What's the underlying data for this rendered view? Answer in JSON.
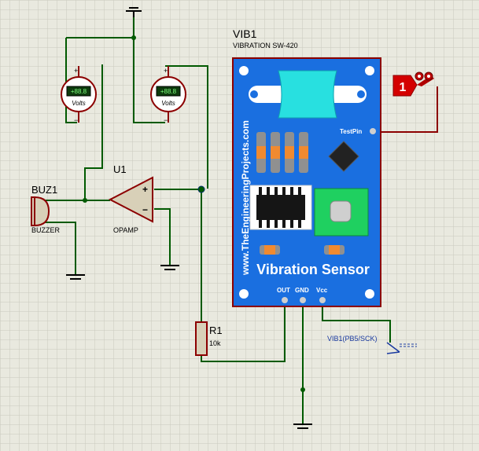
{
  "vib": {
    "ref": "VIB1",
    "model": "VIBRATION SW-420",
    "brand_text": "www.TheEngineeringProjects.com",
    "title": "Vibration Sensor",
    "testpin": "TestPin",
    "pin_out": "OUT",
    "pin_gnd": "GND",
    "pin_vcc": "Vcc"
  },
  "voltmeter1": {
    "display": "+88.8",
    "unit": "Volts",
    "plus": "+",
    "minus": "−"
  },
  "voltmeter2": {
    "display": "+88.8",
    "unit": "Volts",
    "plus": "+",
    "minus": "−"
  },
  "opamp": {
    "ref": "U1",
    "name": "OPAMP",
    "plus": "+",
    "minus": "−"
  },
  "buzzer": {
    "ref": "BUZ1",
    "name": "BUZZER"
  },
  "resistor": {
    "ref": "R1",
    "value": "10k"
  },
  "logic_probe": {
    "value": "1"
  },
  "terminal": {
    "label": "VIB1(PB5/SCK)"
  },
  "colors": {
    "wire": "#005a00",
    "component": "#8c0000",
    "board": "#1a6fe0",
    "background": "#e9e9df"
  }
}
